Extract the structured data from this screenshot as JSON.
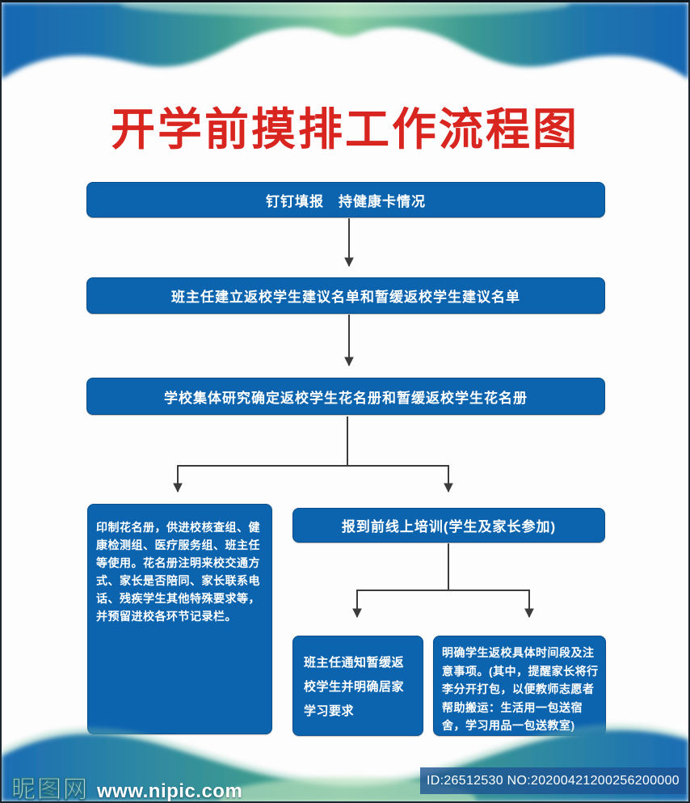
{
  "poster": {
    "title": "开学前摸排工作流程图"
  },
  "flowchart": {
    "nodes": [
      {
        "id": "dingtalk-report",
        "label": "钉钉填报　持健康卡情况"
      },
      {
        "id": "teacher-lists",
        "label": "班主任建立返校学生建议名单和暂缓返校学生建议名单"
      },
      {
        "id": "school-rosters",
        "label": "学校集体研究确定返校学生花名册和暂缓返校学生花名册"
      },
      {
        "id": "print-roster",
        "label": "印制花名册，供进校核查组、健康检测组、医疗服务组、班主任等使用。花名册注明来校交通方式、家长是否陪同、家长联系电话、残疾学生其他特殊要求等，并预留进校各环节记录栏。"
      },
      {
        "id": "online-training",
        "label": "报到前线上培训(学生及家长参加)"
      },
      {
        "id": "notify-postponed",
        "label": "班主任通知暂缓返校学生并明确居家学习要求"
      },
      {
        "id": "return-details",
        "label": "明确学生返校具体时间段及注意事项。(其中，提醒家长将行李分开打包，以便教师志愿者帮助搬运：生活用一包送宿舍，学习用品一包送教室)"
      }
    ]
  },
  "watermark": {
    "site_name": "昵图网",
    "site_url": "www.nipic.com",
    "id_text": "ID:26512530 NO:20200421200256200000"
  },
  "colors": {
    "title_red": "#d9251f",
    "node_blue": "#0d64ae",
    "wave_blue": "#1767b2",
    "wave_teal": "#3c9a92",
    "wave_green": "#8ecfa4",
    "connector_gray": "#3c3c3c",
    "paper_white": "#fdfdfd"
  }
}
